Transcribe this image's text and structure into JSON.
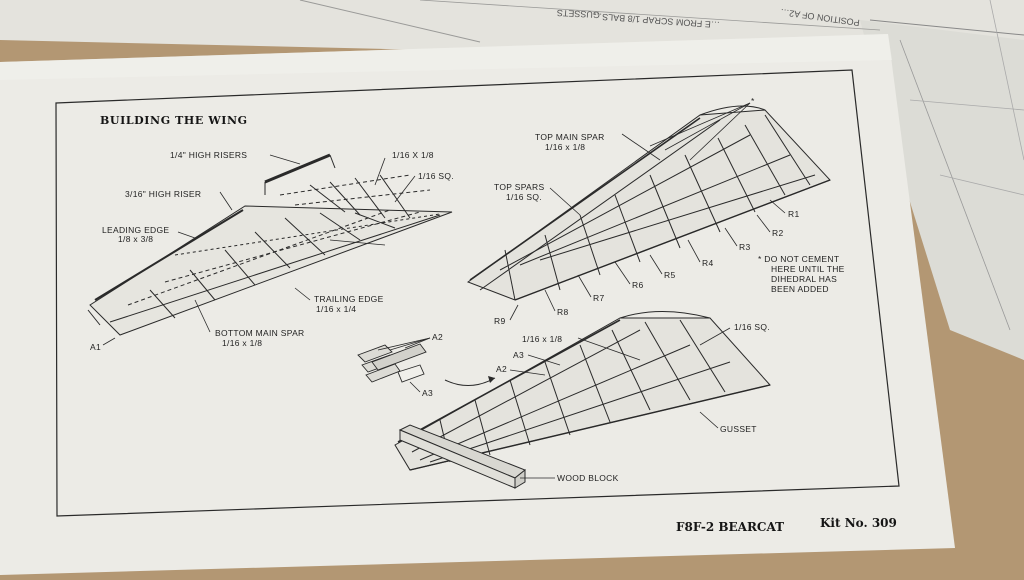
{
  "instruction_sheet": {
    "section_title": "BUILDING THE WING",
    "footer": {
      "model_name": "F8F-2 BEARCAT",
      "kit_number": "Kit No. 309"
    },
    "background_sheet_text": [
      "GUSSETS",
      "…E FROM SCRAP 1/8 BALS…",
      "POSITION OF A2…"
    ],
    "left_wing_labels": {
      "high_risers_quarter": "1/4\" HIGH RISERS",
      "high_riser_3_16": "3/16\" HIGH RISER",
      "leading_edge_line1": "LEADING EDGE",
      "leading_edge_line2": "1/8 x 3/8",
      "size_1_16x1_8": "1/16 X 1/8",
      "size_1_16_sq": "1/16 SQ.",
      "trailing_edge_line1": "TRAILING EDGE",
      "trailing_edge_line2": "1/16 x 1/4",
      "bottom_main_spar_line1": "BOTTOM MAIN SPAR",
      "bottom_main_spar_line2": "1/16 x 1/8",
      "part_a1": "A1"
    },
    "right_wing_labels": {
      "top_main_spar_line1": "TOP MAIN SPAR",
      "top_main_spar_line2": "1/16 x 1/8",
      "top_spars_line1": "TOP SPARS",
      "top_spars_line2": "1/16 SQ.",
      "asterisk": "*",
      "ribs": [
        "R1",
        "R2",
        "R3",
        "R4",
        "R5",
        "R6",
        "R7",
        "R8",
        "R9"
      ],
      "note_line1": "* DO NOT CEMENT",
      "note_line2": "HERE UNTIL THE",
      "note_line3": "DIHEDRAL HAS",
      "note_line4": "BEEN ADDED"
    },
    "gusset_parts_labels": {
      "a2": "A2",
      "a3": "A3"
    },
    "bottom_wing_labels": {
      "size_1_16x1_8": "1/16 x 1/8",
      "a3": "A3",
      "a2": "A2",
      "size_1_16_sq": "1/16 SQ.",
      "gusset": "GUSSET",
      "wood_block": "WOOD BLOCK"
    },
    "colors": {
      "paper": "#ebe9e3",
      "ink": "#1f1f1f",
      "table": "#b59a74"
    }
  }
}
